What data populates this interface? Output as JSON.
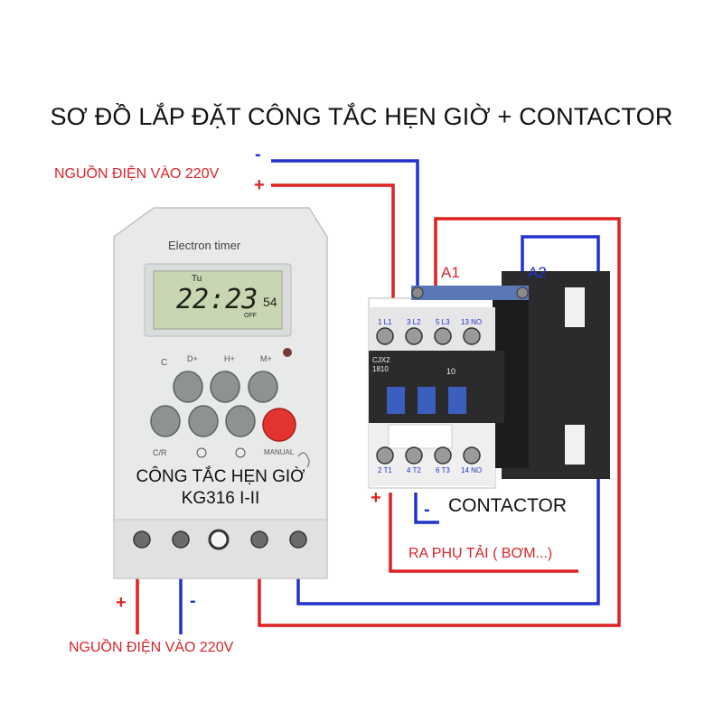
{
  "title": "SƠ ĐỒ LẮP ĐẶT CÔNG TẮC HẸN GIỜ + CONTACTOR",
  "top_supply": {
    "label": "NGUỒN ĐIỆN VÀO 220V",
    "minus": "-",
    "plus": "+"
  },
  "bottom_supply": {
    "label": "NGUỒN ĐIỆN VÀO 220V",
    "plus": "+",
    "minus": "-"
  },
  "timer": {
    "brand": "Electron timer",
    "display_day": "Tu",
    "display_time": "22:23",
    "display_seconds": "54",
    "display_state": "OFF",
    "buttons": {
      "c": "C",
      "d_plus": "D+",
      "h_plus": "H+",
      "m_plus": "M+",
      "cr": "C/R",
      "manual": "MANUAL"
    },
    "label_line1": "CÔNG TẮC HẸN GIỜ",
    "label_line2": "KG316 I-II"
  },
  "contactor": {
    "a1": "A1",
    "a2": "A2",
    "top_terminals": [
      "1 L1",
      "3 L2",
      "5 L3",
      "13 NO"
    ],
    "bottom_terminals": [
      "2 T1",
      "4 T2",
      "6 T3",
      "14 NO"
    ],
    "model_line1": "CJX2",
    "model_line2": "1810",
    "rating": "10",
    "label": "CONTACTOR",
    "plus": "+",
    "minus": "-"
  },
  "load": {
    "label": "RA PHỤ TẢI ( BƠM...)"
  },
  "colors": {
    "red_wire": "#e02020",
    "blue_wire": "#2233cc",
    "label_red": "#d8242a",
    "timer_body": "#e9ebea",
    "lcd": "#c9d6b4",
    "contactor_body": "#2b2b2e"
  }
}
